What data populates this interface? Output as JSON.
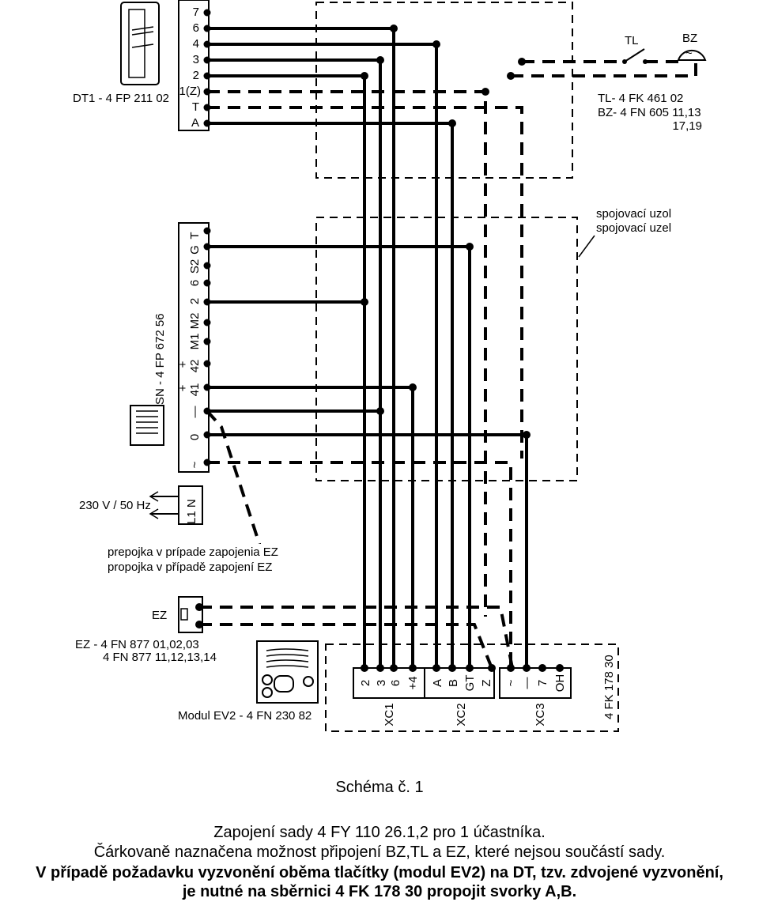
{
  "dt1": {
    "label": "DT1 - 4 FP 211 02",
    "terminals": [
      "7",
      "6",
      "4",
      "3",
      "2",
      "1(Z)",
      "T",
      "A"
    ]
  },
  "tl_bz": {
    "tl_label": "TL",
    "bz_label": "BZ",
    "bz_symbol": "~",
    "line1": "TL- 4 FK 461 02",
    "line2": "BZ- 4 FN 605 11,13",
    "line3": "17,19"
  },
  "node": {
    "line1": "spojovací uzol",
    "line2": "spojovací uzel"
  },
  "sn": {
    "label": "SN - 4 FP 672 56",
    "terminals": [
      "T",
      "G",
      "S2",
      "6",
      "2",
      "M2",
      "M1",
      "42",
      "41",
      "—",
      "0",
      "~"
    ],
    "plus": "+"
  },
  "power": {
    "label": "230 V / 50 Hz",
    "terminals": "L1 N"
  },
  "bridge": {
    "line1": "prepojka v prípade zapojenia EZ",
    "line2": "propojka v případě zapojení EZ"
  },
  "ez": {
    "tag": "EZ",
    "line1": "EZ - 4 FN 877 01,02,03",
    "line2": "4 FN 877 11,12,13,14"
  },
  "module": {
    "label": "Modul EV2 - 4 FN 230 82",
    "side_label": "4 FK 178 30",
    "groups": [
      {
        "name": "XC1",
        "terminals": [
          "2",
          "3",
          "6",
          "+4"
        ]
      },
      {
        "name": "XC2",
        "terminals": [
          "A",
          "B",
          "GT",
          "Z"
        ]
      },
      {
        "name": "XC3",
        "terminals": [
          "~",
          "—",
          "7",
          "OH"
        ]
      }
    ]
  },
  "caption": {
    "title": "Schéma č. 1",
    "line1": "Zapojení sady 4 FY 110 26.1,2 pro 1 účastníka.",
    "line2": "Čárkovaně naznačena možnost připojení BZ,TL a EZ, které nejsou součástí sady.",
    "line3": "V případě požadavku vyzvonění oběma tlačítky (modul EV2) na DT, tzv. zdvojené vyzvonění,",
    "line4": "je nutné na sběrnici 4 FK 178 30 propojit svorky A,B."
  }
}
